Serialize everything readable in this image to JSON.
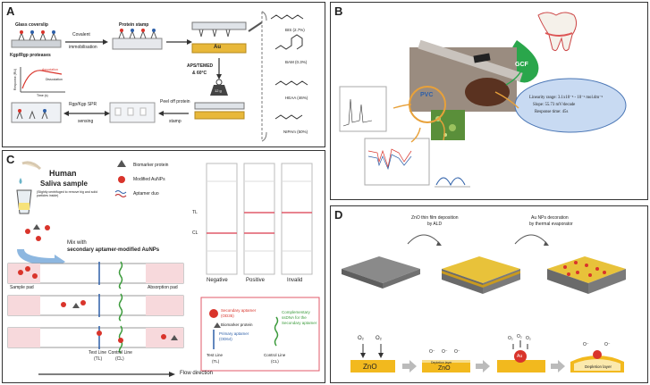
{
  "panelA": {
    "label": "A",
    "glass_coverslip": "Glass coverslip",
    "proteases": "Kgp/Rgp proteases",
    "covalent": "Covalent",
    "immobilisation": "immobilisation",
    "protein_stamp": "Protein stamp",
    "au": "Au",
    "aps": "APS/TEMED",
    "temp": "& 60°C",
    "weight": "12 g",
    "peel": "Peel off protein",
    "stamp": "stamp",
    "spr1": "Rgp/Kgp SPR",
    "spr2": "sensing",
    "association": "Association",
    "dissociation": "Dissociation",
    "response": "Response (RU)",
    "time": "Time (s)",
    "monomers": [
      "BIS (2.7%)",
      "BAM (0.3%)",
      "HEAA (46%)",
      "NIPAm (50%)"
    ]
  },
  "panelB": {
    "label": "B",
    "gcf": "GCF",
    "pvc": "PVC",
    "info": [
      "Linearity range: 3.1x10⁻⁵ - 10⁻¹ mol.dm⁻³",
      "Slope: 55.73 mV/decade",
      "Response time: 45s"
    ]
  },
  "panelC": {
    "label": "C",
    "human": "Human",
    "saliva": "Saliva sample",
    "centrifuge_note": "(Slightly centrifuged to remove big and solid particles inside)",
    "legend": [
      "Biomarker protein",
      "Modified AuNPs",
      "Aptamer duo"
    ],
    "mix_with": "Mix with",
    "secondary": "secondary aptamer-modified AuNPs",
    "sample_pad": "Sample pad",
    "absorption_pad": "Absorption pad",
    "test_line": "Test Line",
    "test_line_abbr": "(TL)",
    "control_line": "Control Line",
    "control_line_abbr": "(CL)",
    "flow": "Flow direction",
    "tl": "TL",
    "cl": "CL",
    "strips": [
      "Negative",
      "Positive",
      "Invalid"
    ],
    "box": {
      "secondary_aptamer": "Secondary aptamer",
      "od35": "(OD35)",
      "biomarker": "Biomarker protein",
      "primary_aptamer": "Primary aptamer",
      "od64": "(OD64)",
      "complementary": "Complementary",
      "ssdna": "ssDNA for the",
      "secondary_aptamer2": "Secondary aptamer",
      "test_line": "Test Line",
      "tl": "(TL)",
      "control_line": "Control Line",
      "cl": "(CL)"
    }
  },
  "panelD": {
    "label": "D",
    "step1a": "ZnO thin film deposition",
    "step1b": "by ALD",
    "step2a": "Au NPs decoration",
    "step2b": "by thermal evaporator",
    "o2": "O₂",
    "zno": "ZnO",
    "depletion": "Depletion layer",
    "au": "Au",
    "o_minus": "O⁻"
  },
  "colors": {
    "gold": "#e8b83a",
    "red": "#d9342b",
    "green": "#3a9a3a",
    "blue": "#2d5fa8",
    "pink": "#f7d9dc"
  }
}
